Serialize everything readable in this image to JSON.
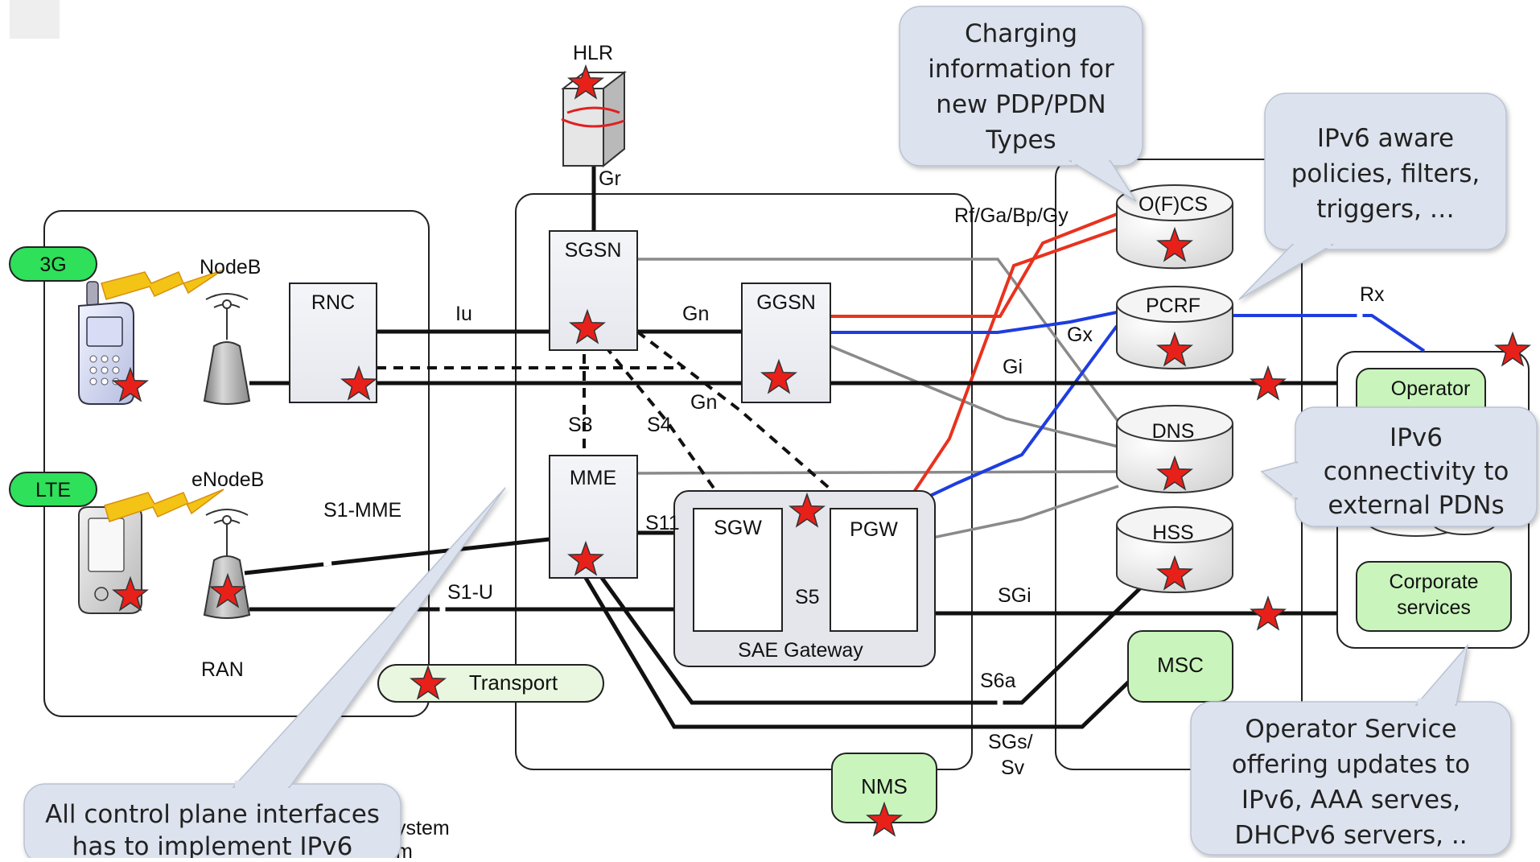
{
  "nodes": {
    "hlr": "HLR",
    "sgsn": "SGSN",
    "ggsn": "GGSN",
    "rnc": "RNC",
    "mme": "MME",
    "sgw": "SGW",
    "pgw": "PGW",
    "sae_gateway": "SAE Gateway",
    "nodeb": "NodeB",
    "enodeb": "eNodeB",
    "ran": "RAN",
    "s1_mme": "S1-MME",
    "transport": "Transport",
    "ofcs": "O(F)CS",
    "pcrf": "PCRF",
    "dns": "DNS",
    "hss": "HSS",
    "msc": "MSC",
    "nms": "NMS",
    "operator": "Operator",
    "corporate_line1": "Corporate",
    "corporate_line2": "services"
  },
  "badges": {
    "3g": "3G",
    "lte": "LTE"
  },
  "interfaces": {
    "gr": "Gr",
    "iu": "Iu",
    "gn_top": "Gn",
    "gn_mid": "Gn",
    "s3": "S3",
    "s4": "S4",
    "s11": "S11",
    "s5": "S5",
    "s1u": "S1-U",
    "rf": "Rf/Ga/Bp/Gy",
    "gx": "Gx",
    "gi": "Gi",
    "rx": "Rx",
    "sgi": "SGi",
    "s6a": "S6a",
    "sgs_line1": "SGs/",
    "sgs_line2": "Sv"
  },
  "partial_text": {
    "line1": "ystem",
    "line2": "m"
  },
  "callouts": {
    "charging": [
      "Charging",
      "information for",
      "new PDP/PDN",
      "Types"
    ],
    "policies": [
      "IPv6 aware",
      "policies, filters,",
      "triggers, …"
    ],
    "connectivity": [
      "IPv6",
      "connectivity to",
      "external PDNs"
    ],
    "operator_service": [
      "Operator Service",
      "offering updates to",
      "IPv6, AAA serves,",
      "DHCPv6 servers, .."
    ],
    "control_plane": [
      "All control plane interfaces",
      "has to implement IPv6"
    ]
  },
  "colors": {
    "red_line": "#e8321e",
    "blue_line": "#1e3de0",
    "grey_line": "#8a8a8a",
    "badge_green": "#2ee05a",
    "service_green": "#c9f5bc",
    "callout_fill": "#dde3ee",
    "star": "#e8201a"
  }
}
